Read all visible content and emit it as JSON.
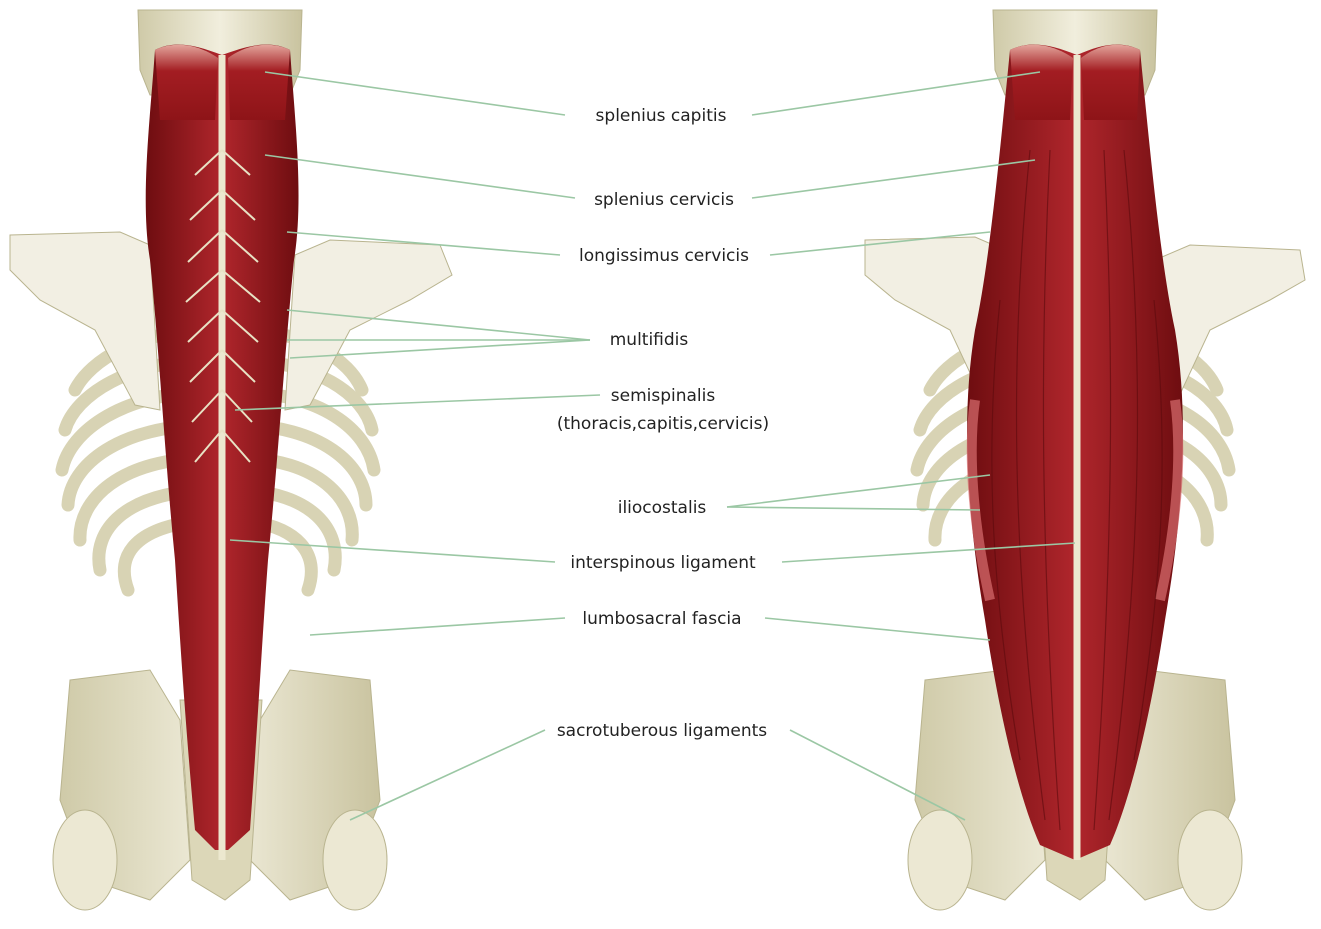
{
  "labels": {
    "splenius_capitis": "splenius capitis",
    "splenius_cervicis": "splenius cervicis",
    "longissimus_cervicis": "longissimus cervicis",
    "multifidis": "multifidis",
    "semispinalis_line1": "semispinalis",
    "semispinalis_line2": "(thoracis,capitis,cervicis)",
    "iliocostalis": "iliocostalis",
    "interspinous_ligament": "interspinous ligament",
    "lumbosacral_fascia": "lumbosacral fascia",
    "sacrotuberous_ligaments": "sacrotuberous ligaments"
  },
  "colors": {
    "bone": "#e6e2c8",
    "bone_shadow": "#b9b48f",
    "muscle": "#8e1418",
    "muscle_light": "#c0343a",
    "leader_line": "#9bc7a4",
    "label_text": "#222222"
  }
}
